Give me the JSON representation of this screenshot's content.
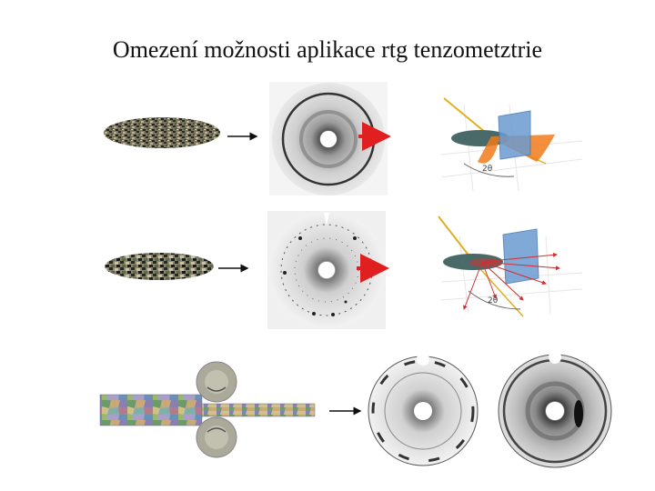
{
  "title": "Omezení možnosti aplikace rtg tenzometztrie",
  "angle_label": "2θ",
  "colors": {
    "arrow_red": "#e02020",
    "arrow_black": "#111111",
    "detector_plate": "#6a9bd1",
    "cone_orange": "#f07a1a",
    "beam": "#e0b020",
    "diffraction_ring": "#333333",
    "beam_stop": "#ffffff"
  },
  "rows": [
    {
      "name": "fine-grain-sample-row",
      "sample": "fine-grain-powder",
      "pattern": "continuous-rings"
    },
    {
      "name": "coarse-grain-sample-row",
      "sample": "coarse-grain-powder",
      "pattern": "spotty-rings"
    },
    {
      "name": "rolled-sheet-row",
      "sample": "rolled-sheet",
      "pattern": "textured-rings"
    }
  ]
}
